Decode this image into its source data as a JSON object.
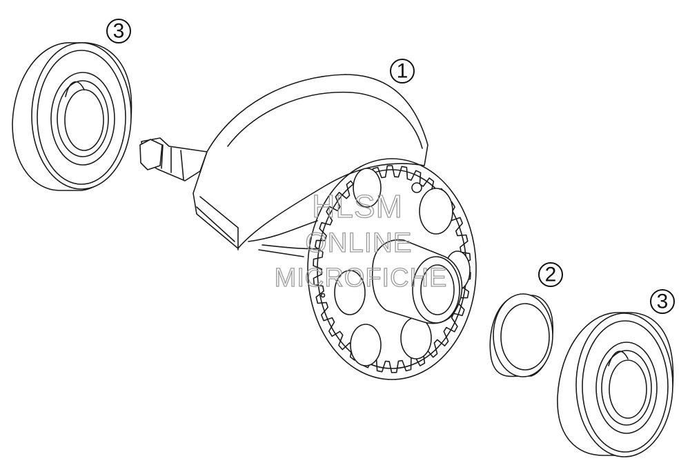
{
  "diagram": {
    "callouts": [
      {
        "id": "crankshaft",
        "number": "1"
      },
      {
        "id": "thrust-washer",
        "number": "2"
      },
      {
        "id": "bearing-left",
        "number": "3"
      },
      {
        "id": "bearing-right",
        "number": "3"
      }
    ],
    "watermark": {
      "line1": "HLSM",
      "line2": "ONLINE",
      "line3": "MICROFICHE"
    },
    "colors": {
      "line": "#1a1a1a",
      "fill": "#ffffff",
      "watermark": "#9a9a9a"
    }
  }
}
